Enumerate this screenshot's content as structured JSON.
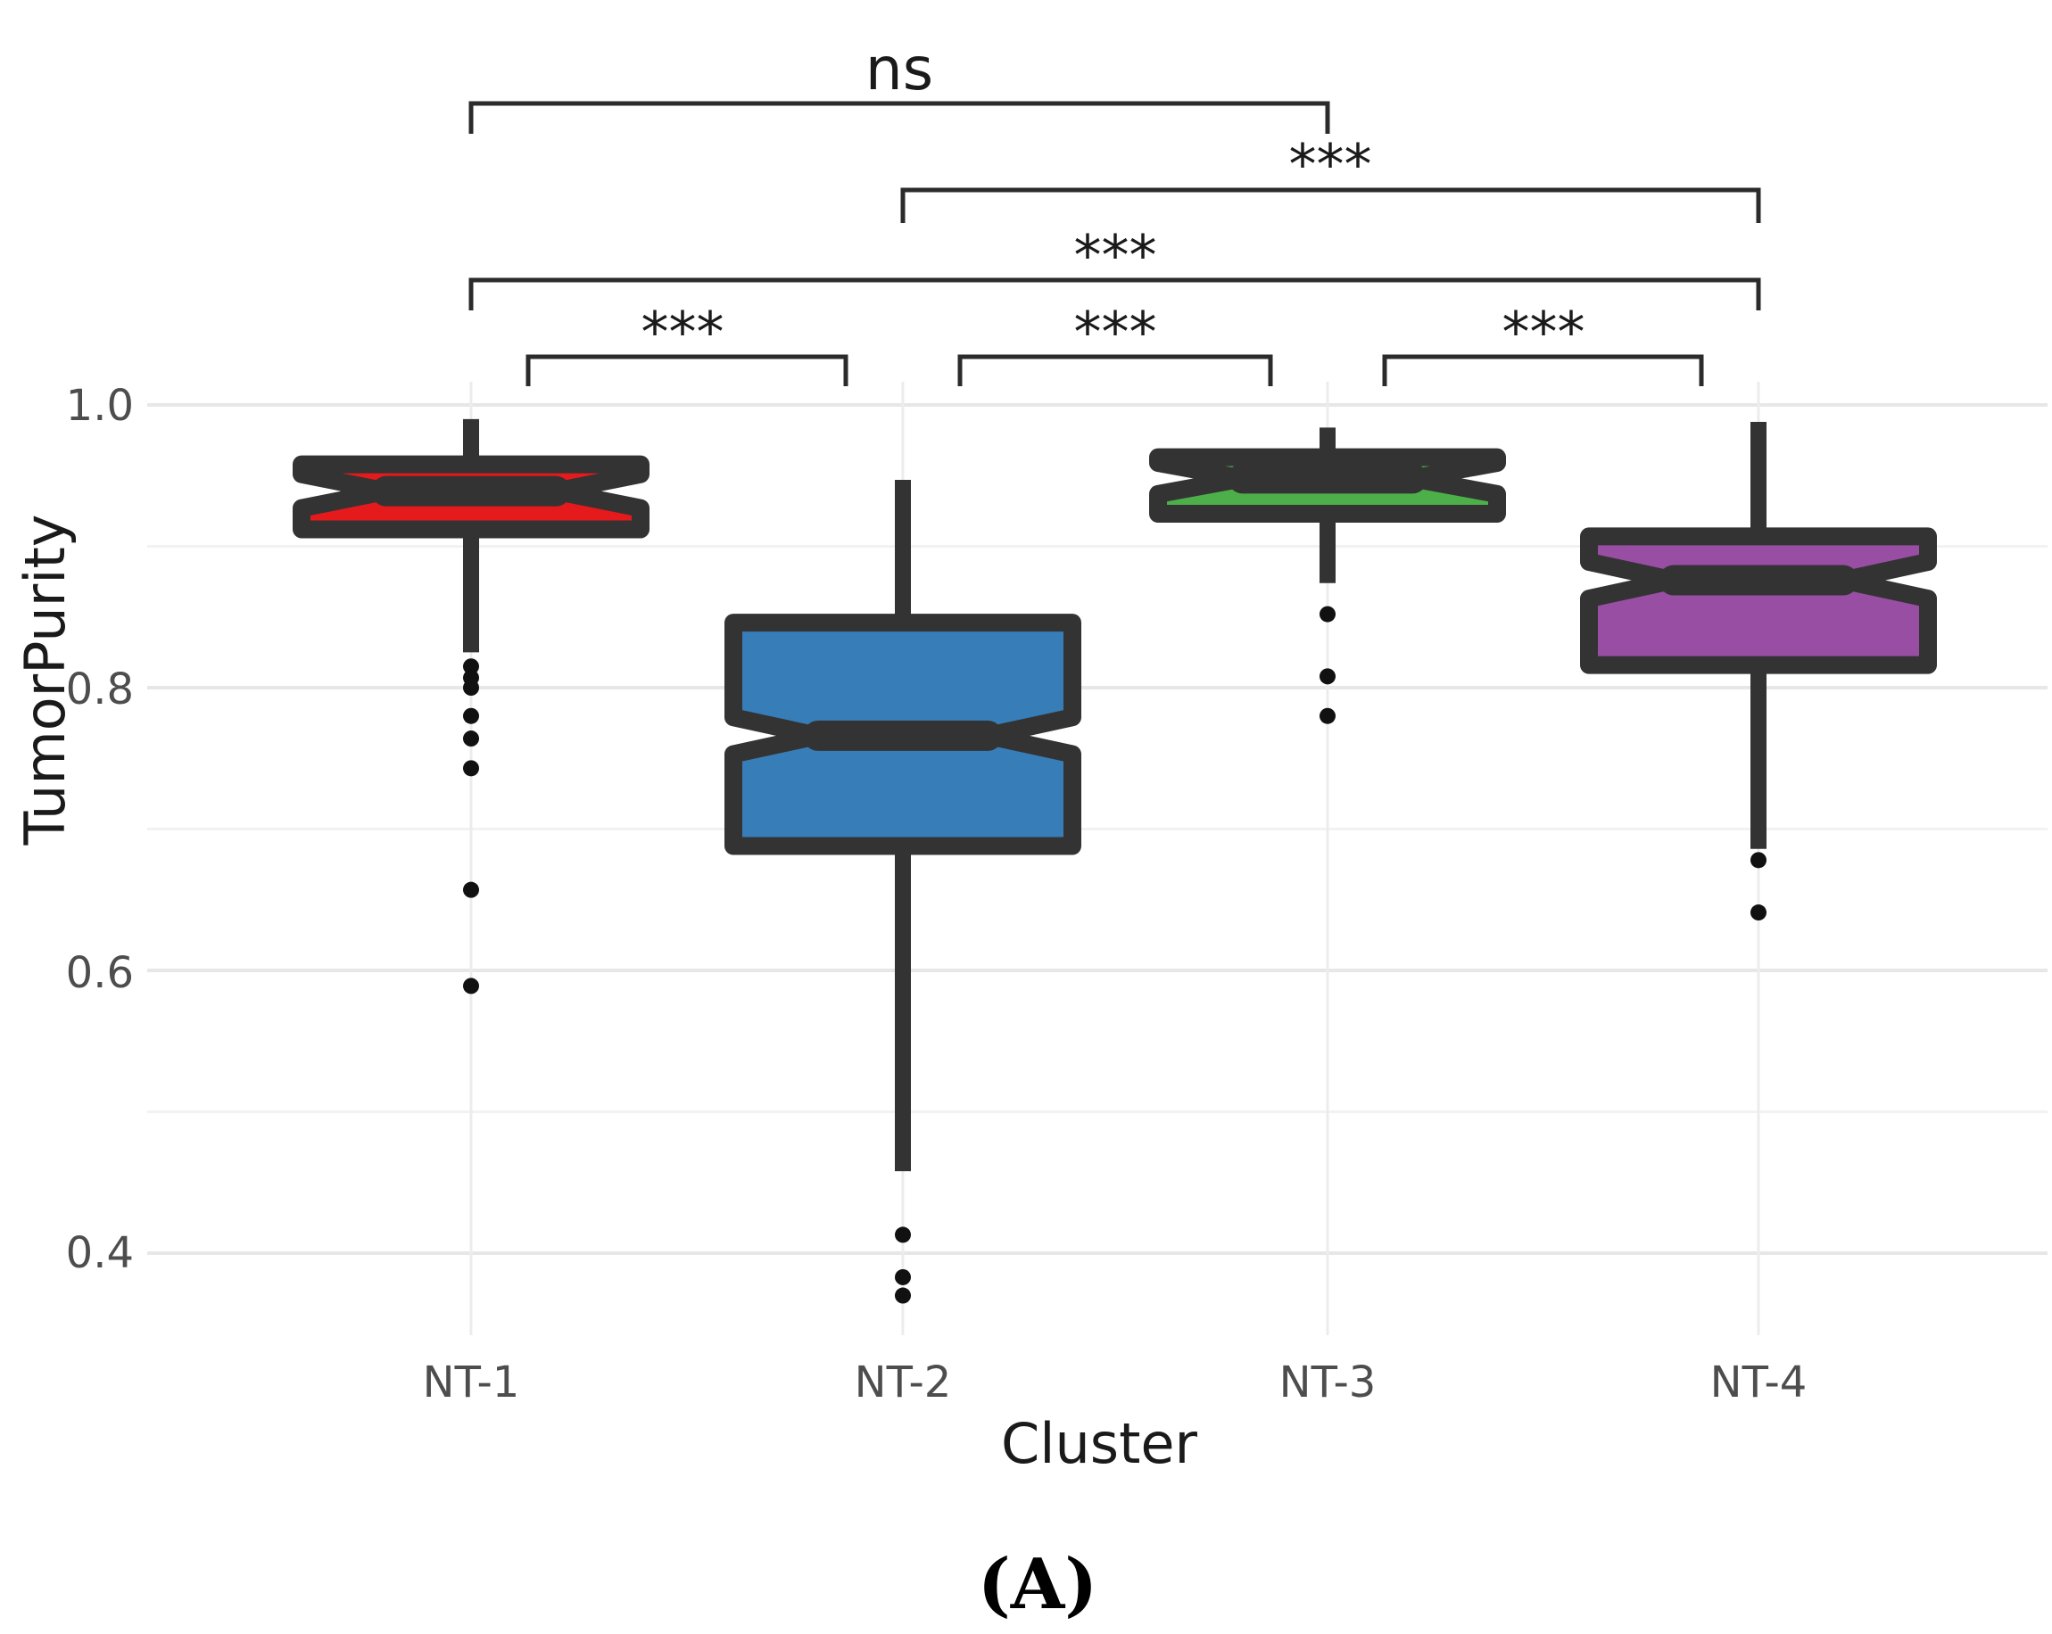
{
  "figure": {
    "panel_label": "(A)"
  },
  "chart_data": {
    "type": "boxplot",
    "title": "",
    "xlabel": "Cluster",
    "ylabel": "TumorPurity",
    "categories": [
      "NT-1",
      "NT-2",
      "NT-3",
      "NT-4"
    ],
    "ylim": [
      0.34,
      1.02
    ],
    "yticks_major": [
      1.0,
      0.8,
      0.6,
      0.4
    ],
    "yticks_minor": [
      0.9,
      0.7,
      0.5
    ],
    "ytick_labels": [
      "1.0",
      "0.8",
      "0.6",
      "0.4"
    ],
    "grid": "on",
    "box_outline_color": "#333333",
    "series": [
      {
        "name": "NT-1",
        "color": "#e41a1c",
        "whisker_low": 0.825,
        "q1": 0.912,
        "median": 0.939,
        "q3": 0.958,
        "whisker_high": 0.99,
        "notch_low": 0.927,
        "notch_high": 0.951,
        "outliers": [
          0.815,
          0.807,
          0.8,
          0.78,
          0.764,
          0.743,
          0.657,
          0.589
        ]
      },
      {
        "name": "NT-2",
        "color": "#377eb8",
        "whisker_low": 0.458,
        "q1": 0.688,
        "median": 0.766,
        "q3": 0.846,
        "whisker_high": 0.947,
        "notch_low": 0.753,
        "notch_high": 0.779,
        "outliers": [
          0.413,
          0.383,
          0.37
        ]
      },
      {
        "name": "NT-3",
        "color": "#4daf4a",
        "whisker_low": 0.874,
        "q1": 0.923,
        "median": 0.948,
        "q3": 0.963,
        "whisker_high": 0.984,
        "notch_low": 0.937,
        "notch_high": 0.959,
        "outliers": [
          0.852,
          0.808,
          0.78
        ]
      },
      {
        "name": "NT-4",
        "color": "#984ea3",
        "whisker_low": 0.686,
        "q1": 0.816,
        "median": 0.876,
        "q3": 0.907,
        "whisker_high": 0.988,
        "notch_low": 0.863,
        "notch_high": 0.889,
        "outliers": [
          0.678,
          0.641
        ]
      }
    ],
    "significance": [
      {
        "group1": "NT-1",
        "group2": "NT-3",
        "label": "ns"
      },
      {
        "group1": "NT-2",
        "group2": "NT-4",
        "label": "***"
      },
      {
        "group1": "NT-1",
        "group2": "NT-4",
        "label": "***"
      },
      {
        "group1": "NT-1",
        "group2": "NT-2",
        "label": "***"
      },
      {
        "group1": "NT-2",
        "group2": "NT-3",
        "label": "***"
      },
      {
        "group1": "NT-3",
        "group2": "NT-4",
        "label": "***"
      }
    ]
  }
}
